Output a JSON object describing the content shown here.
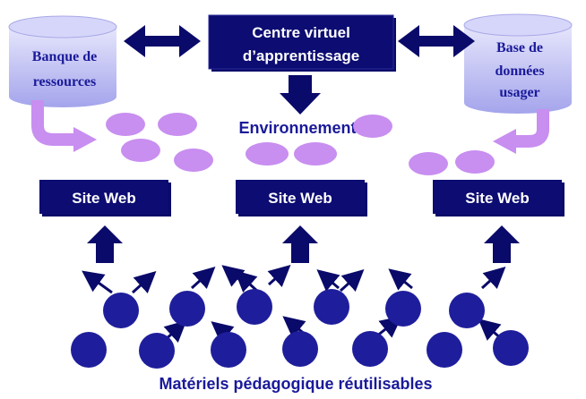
{
  "colors": {
    "navy": "#0a0a6a",
    "navy_mid": "#1a1a8c",
    "circle_blue": "#1e1e9c",
    "cylinder_light": "#c8c8f8",
    "cylinder_dark": "#9c9cec",
    "lavender": "#c88ef0",
    "title_text": "#1a1a9a",
    "white": "#ffffff"
  },
  "center": {
    "line1": "Centre virtuel",
    "line2": "d’apprentissage"
  },
  "resource_bank": {
    "line1": "Banque de",
    "line2": "ressources",
    "icon": "database-cylinder-icon"
  },
  "user_database": {
    "line1": "Base de",
    "line2": "données",
    "line3": "usager",
    "icon": "database-cylinder-icon"
  },
  "environments_label": "Environnements",
  "site_left": "Site Web",
  "site_middle": "Site Web",
  "site_right": "Site Web",
  "footer_label": "Matériels pédagogique réutilisables"
}
